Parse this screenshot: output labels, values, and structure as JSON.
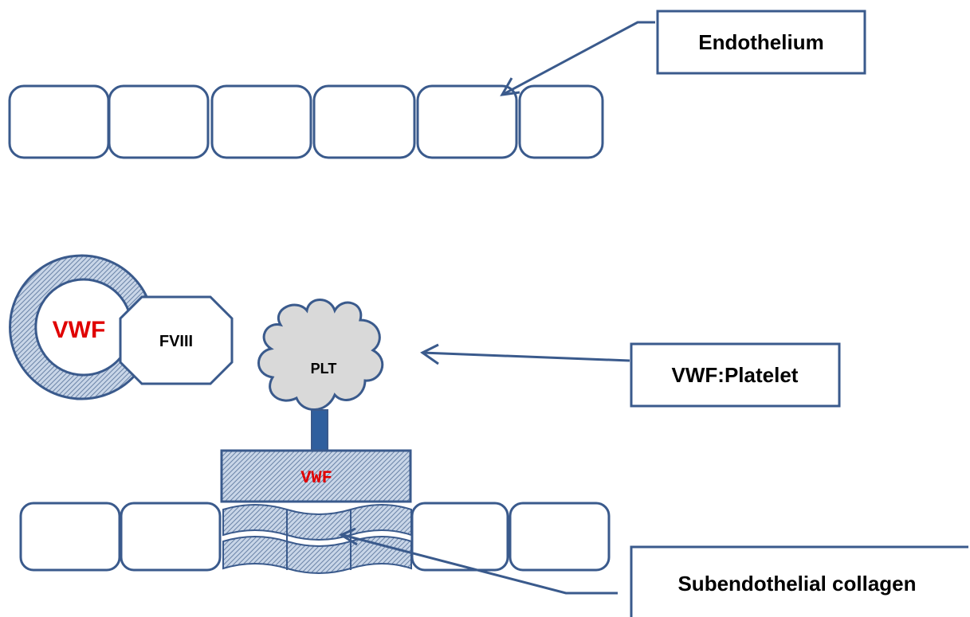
{
  "labels": {
    "endothelium": "Endothelium",
    "vwf_platelet": "VWF:Platelet",
    "subendothelial_collagen": "Subendothelial collagen",
    "vwf_complex": "VWF",
    "fviii": "FVIII",
    "plt": "PLT",
    "vwf_bound": "VWF"
  },
  "colors": {
    "outline": "#3a5a8c",
    "vwf_text": "#e00000",
    "platelet_fill": "#d9d9d9",
    "stalk": "#2f5f9e"
  }
}
